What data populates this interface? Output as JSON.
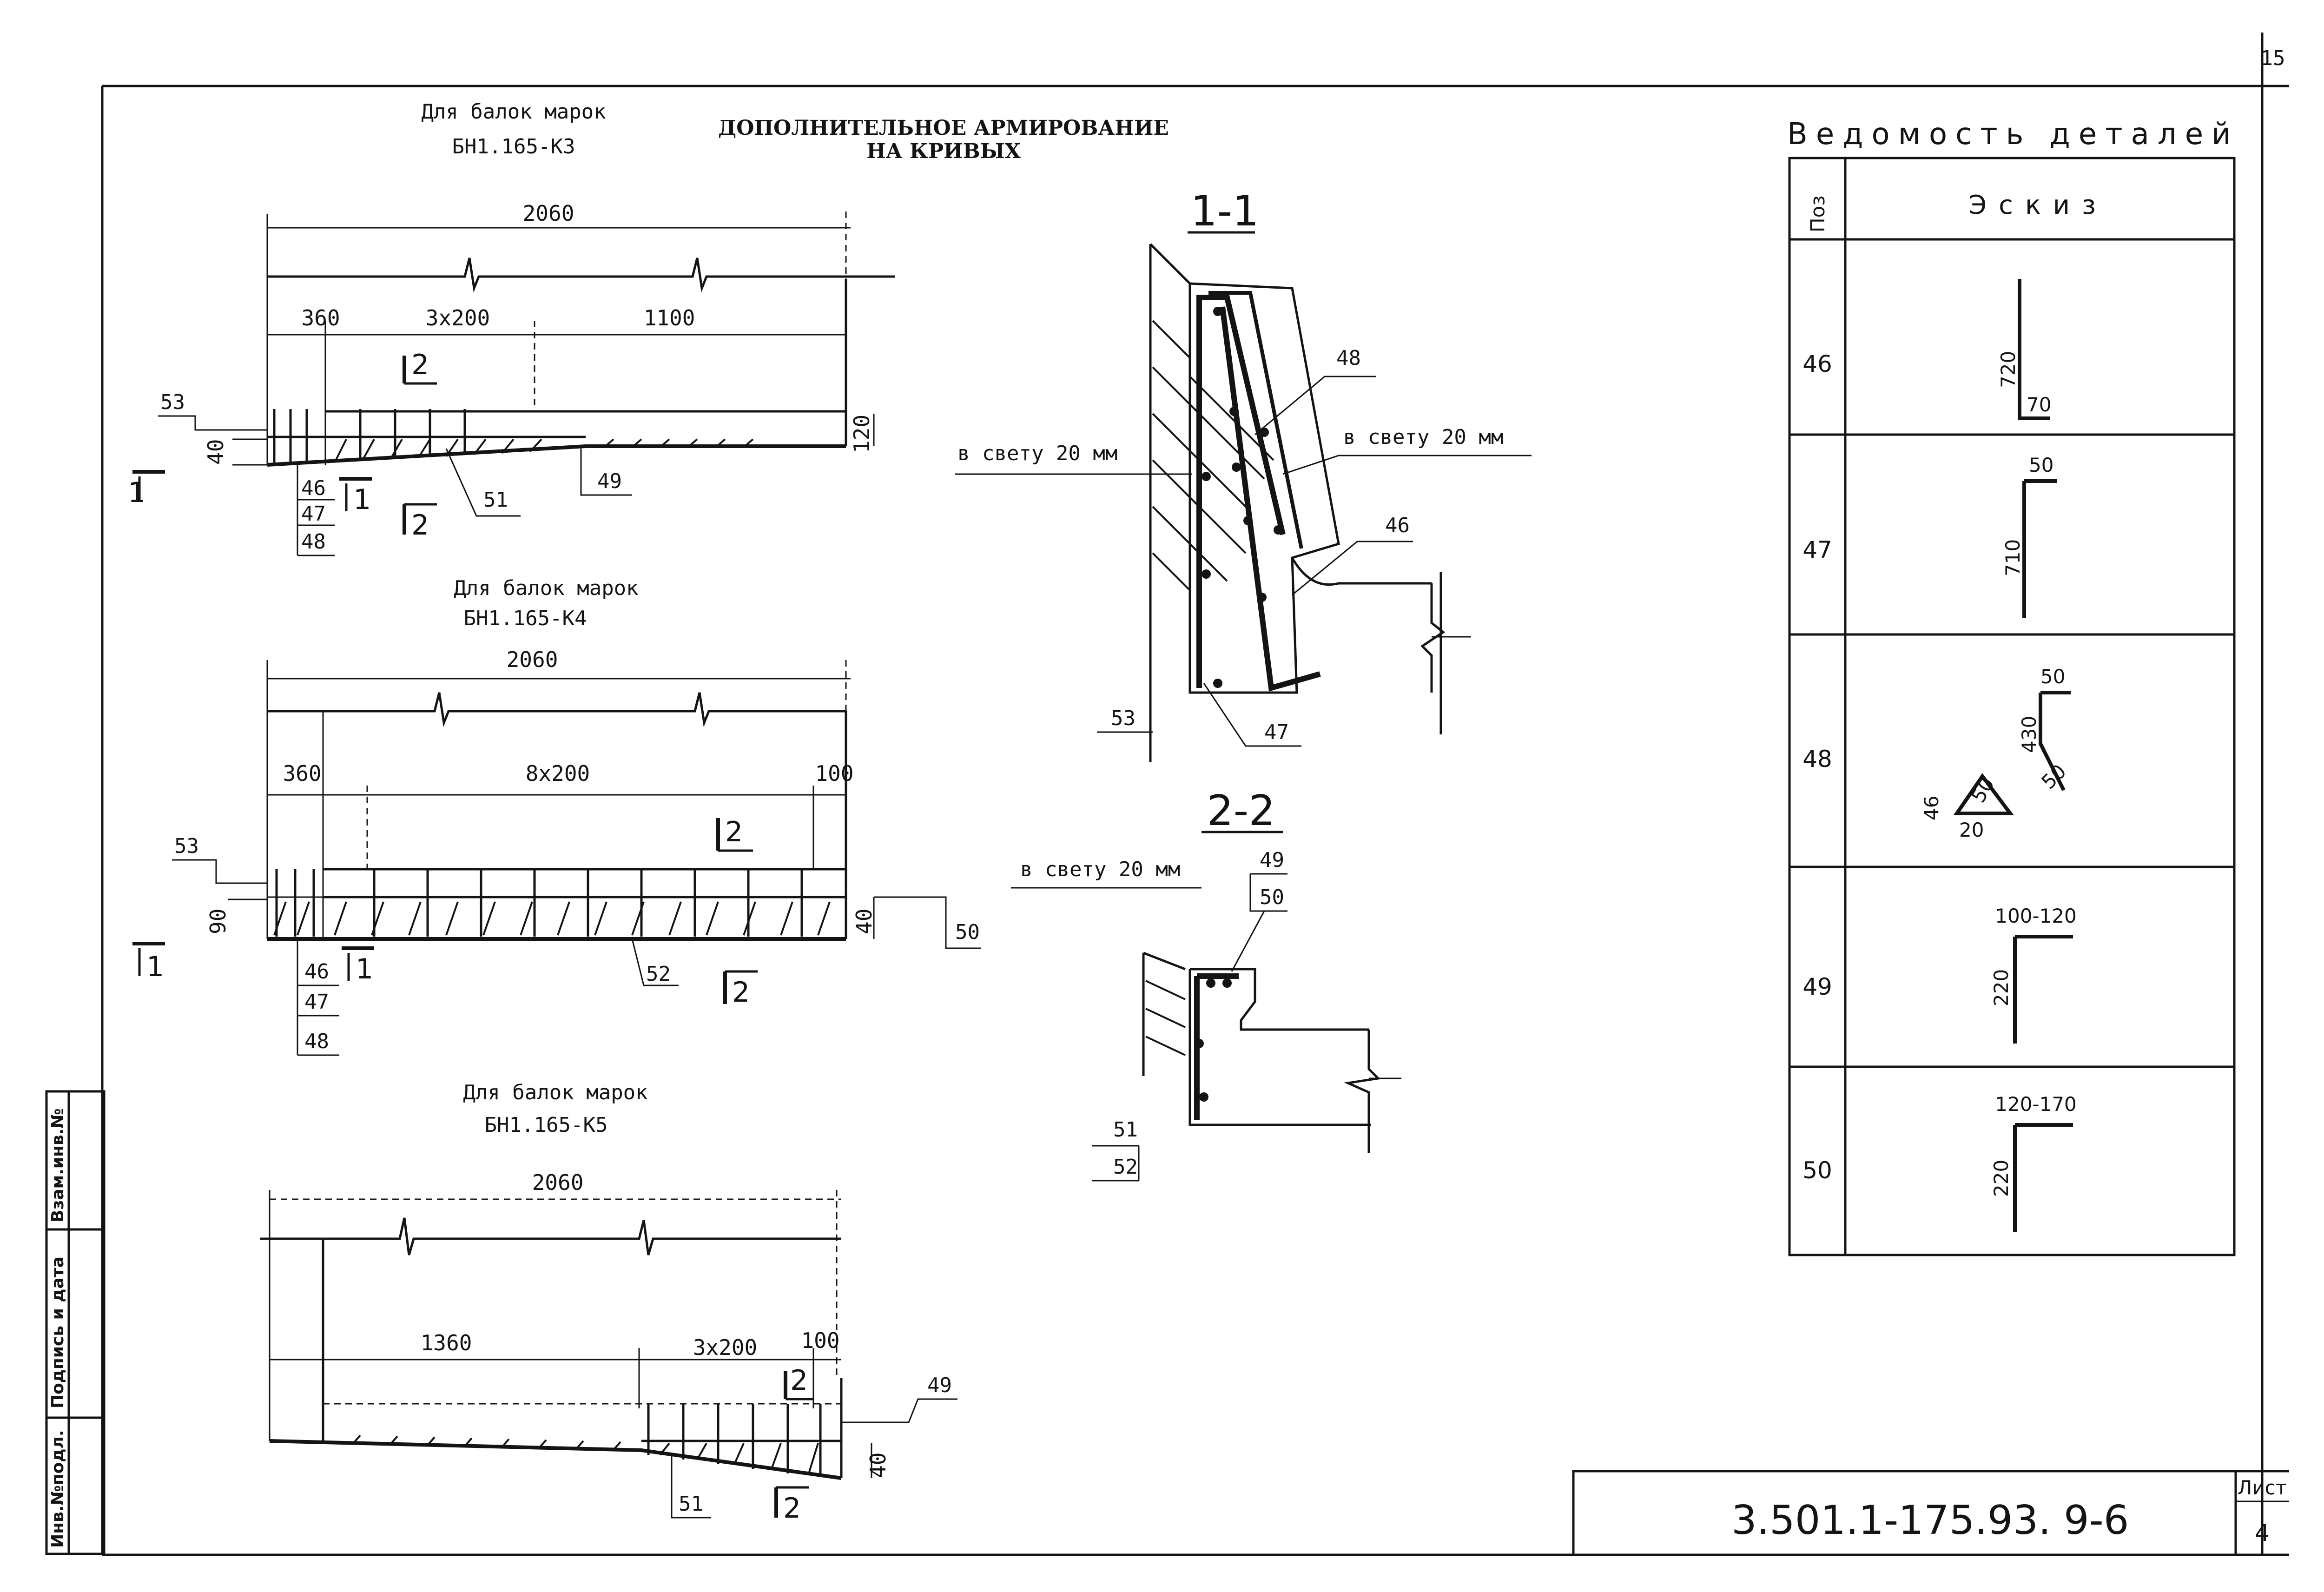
{
  "page_number": "15",
  "side_stamp": {
    "col1": "Инв.№подл.",
    "col2": "Подпись и дата",
    "col3": "Взам.инв.№"
  },
  "title": {
    "line1": "ДОПОЛНИТЕЛЬНОЕ АРМИРОВАНИЕ",
    "line2": "НА КРИВЫХ"
  },
  "views": [
    {
      "caption1": "Для балок марок",
      "caption2": "БН1.165-К3",
      "overall": "2060",
      "dims": [
        "360",
        "3x200",
        "1100"
      ],
      "height_left": "40",
      "height_right": "120",
      "labels": [
        "53",
        "46",
        "47",
        "48",
        "51",
        "49"
      ],
      "sections": [
        "1",
        "1",
        "2",
        "2"
      ]
    },
    {
      "caption1": "Для балок марок",
      "caption2": "БН1.165-К4",
      "overall": "2060",
      "dims": [
        "360",
        "8x200",
        "100"
      ],
      "height_left": "90",
      "height_right": "40",
      "labels": [
        "53",
        "46",
        "47",
        "48",
        "52",
        "50"
      ],
      "sections": [
        "1",
        "1",
        "2",
        "2"
      ]
    },
    {
      "caption1": "Для балок марок",
      "caption2": "БН1.165-К5",
      "overall": "2060",
      "dims": [
        "1360",
        "3x200",
        "100"
      ],
      "height_right": "40",
      "labels": [
        "49",
        "51"
      ],
      "sections": [
        "2",
        "2"
      ]
    }
  ],
  "section_1_1": {
    "title": "1-1",
    "clear_left": "в свету 20 мм",
    "clear_right": "в свету 20 мм",
    "labels": [
      "48",
      "46",
      "53",
      "47"
    ]
  },
  "section_2_2": {
    "title": "2-2",
    "clear": "в свету 20 мм",
    "labels": [
      "49",
      "50",
      "51",
      "52"
    ]
  },
  "schedule": {
    "title": "Ведомость деталей",
    "col_pos": "Поз",
    "col_sketch": "Эскиз",
    "rows": [
      {
        "pos": "46",
        "dims": [
          "720",
          "70"
        ]
      },
      {
        "pos": "47",
        "dims": [
          "50",
          "710"
        ]
      },
      {
        "pos": "48",
        "dims": [
          "50",
          "430",
          "50",
          "46",
          "50",
          "20"
        ]
      },
      {
        "pos": "49",
        "dims": [
          "100-120",
          "220"
        ]
      },
      {
        "pos": "50",
        "dims": [
          "120-170",
          "220"
        ]
      }
    ]
  },
  "stamp": {
    "code": "3.501.1-175.93.",
    "issue": "9-6",
    "sheet_label": "Лист",
    "sheet_no": "4"
  }
}
